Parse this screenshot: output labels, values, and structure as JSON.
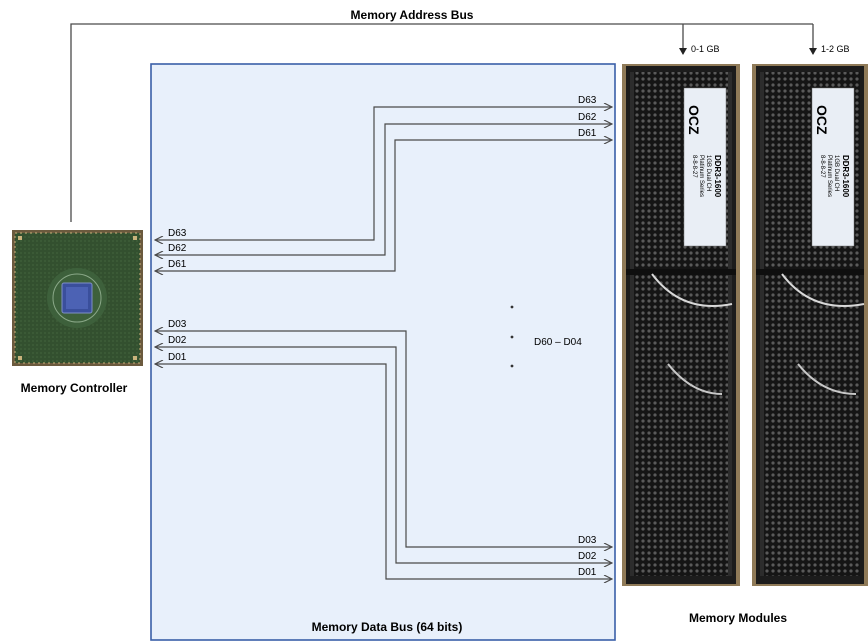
{
  "diagram": {
    "address_bus_label": "Memory Address Bus",
    "data_bus_label": "Memory Data Bus (64 bits)",
    "controller_label": "Memory Controller",
    "modules_label": "Memory Modules",
    "middle_label": "D60 – D04",
    "module_ranges": [
      "0-1 GB",
      "1-2 GB"
    ],
    "left_signals_top": [
      "D63",
      "D62",
      "D61"
    ],
    "left_signals_bottom": [
      "D03",
      "D02",
      "D01"
    ],
    "right_signals_top": [
      "D63",
      "D62",
      "D61"
    ],
    "right_signals_bottom": [
      "D03",
      "D02",
      "D01"
    ],
    "module_text": {
      "brand": "OCZ",
      "model": "DDR3-1600",
      "desc1": "1GB Dual CH",
      "desc2": "Platinum Series",
      "timing": "8-8-8-27"
    }
  },
  "colors": {
    "bus_panel_fill": "#e8f0fb",
    "bus_panel_border": "#3a5fa8",
    "line": "#4a4a4a",
    "chip_pcb": "#2f4a2e",
    "chip_die": "#3a4f9c",
    "module_body": "#1c1c1c",
    "module_label": "#e9eef5",
    "module_brand": "#2c5aa0"
  }
}
